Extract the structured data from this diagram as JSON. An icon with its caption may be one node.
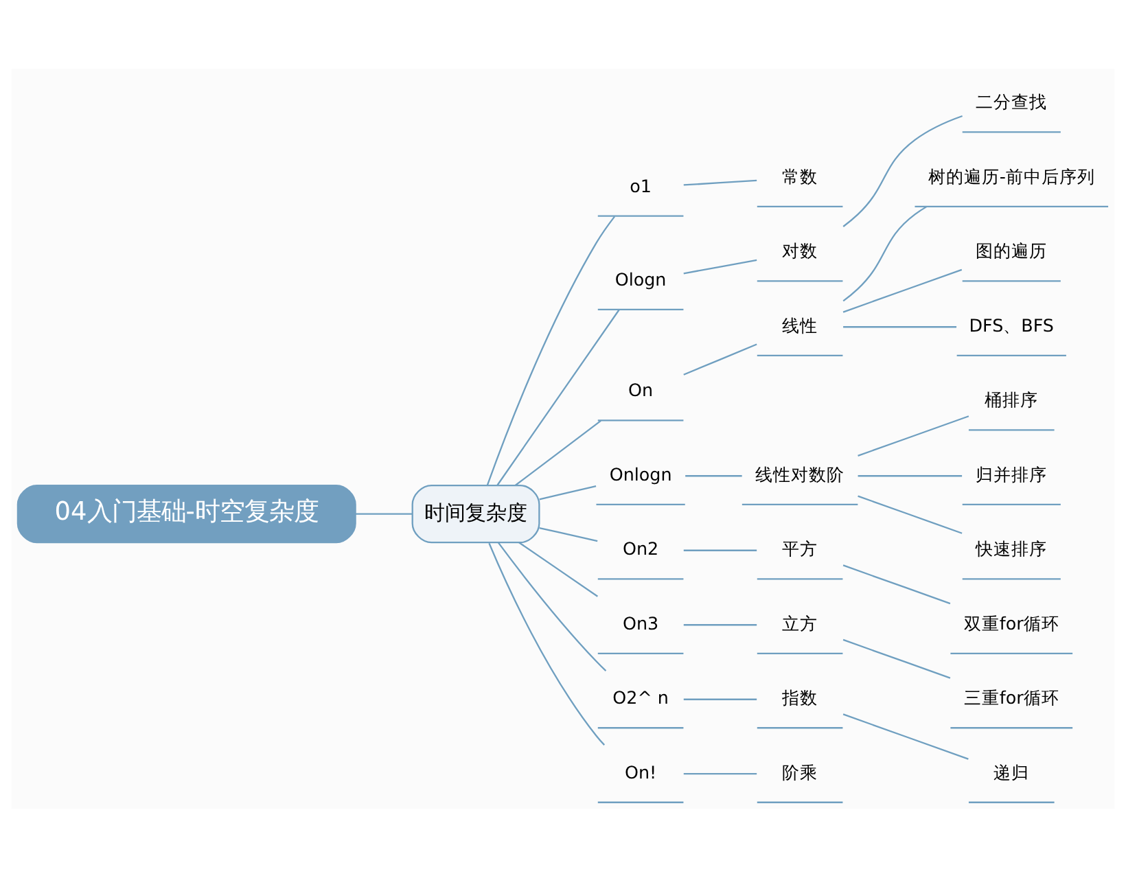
{
  "diagram": {
    "nodes": [
      {
        "text": [
          "04入门基础-时空复杂度"
        ]
      },
      {
        "text": [
          "时间复杂度"
        ]
      },
      {
        "text": [
          "o1"
        ]
      },
      {
        "text": [
          "常数"
        ]
      },
      {
        "text": [
          "Ologn"
        ]
      },
      {
        "text": [
          "对数"
        ]
      },
      {
        "text": [
          "二分查找"
        ]
      },
      {
        "text": [
          "On"
        ]
      },
      {
        "text": [
          "线性"
        ]
      },
      {
        "text": [
          "树的遍历-前中后序列"
        ]
      },
      {
        "text": [
          "图的遍历"
        ]
      },
      {
        "text": [
          "DFS、BFS"
        ]
      },
      {
        "text": [
          "Onlogn"
        ]
      },
      {
        "text": [
          "线性对数阶"
        ]
      },
      {
        "text": [
          "桶排序"
        ]
      },
      {
        "text": [
          "归并排序"
        ]
      },
      {
        "text": [
          "快速排序"
        ]
      },
      {
        "text": [
          "On2"
        ]
      },
      {
        "text": [
          "平方"
        ]
      },
      {
        "text": [
          "双重for循环"
        ]
      },
      {
        "text": [
          "On3"
        ]
      },
      {
        "text": [
          "立方"
        ]
      },
      {
        "text": [
          "三重for循环"
        ]
      },
      {
        "text": [
          "O2^ n"
        ]
      },
      {
        "text": [
          "指数"
        ]
      },
      {
        "text": [
          "递归"
        ]
      },
      {
        "text": [
          "On!"
        ]
      },
      {
        "text": [
          "阶乘"
        ]
      }
    ],
    "edges": [
      {
        "from": 0,
        "to": 1,
        "arrow": "none"
      },
      {
        "from": 1,
        "to": 2,
        "arrow": "none"
      },
      {
        "from": 2,
        "to": 3,
        "arrow": "none"
      },
      {
        "from": 1,
        "to": 4,
        "arrow": "none"
      },
      {
        "from": 4,
        "to": 5,
        "arrow": "none"
      },
      {
        "from": 5,
        "to": 6,
        "arrow": "none"
      },
      {
        "from": 1,
        "to": 7,
        "arrow": "none"
      },
      {
        "from": 7,
        "to": 8,
        "arrow": "none"
      },
      {
        "from": 8,
        "to": 9,
        "arrow": "none"
      },
      {
        "from": 8,
        "to": 10,
        "arrow": "none"
      },
      {
        "from": 8,
        "to": 11,
        "arrow": "none"
      },
      {
        "from": 1,
        "to": 12,
        "arrow": "none"
      },
      {
        "from": 12,
        "to": 13,
        "arrow": "none"
      },
      {
        "from": 13,
        "to": 14,
        "arrow": "none"
      },
      {
        "from": 13,
        "to": 15,
        "arrow": "none"
      },
      {
        "from": 13,
        "to": 16,
        "arrow": "none"
      },
      {
        "from": 1,
        "to": 17,
        "arrow": "none"
      },
      {
        "from": 17,
        "to": 18,
        "arrow": "none"
      },
      {
        "from": 18,
        "to": 19,
        "arrow": "none"
      },
      {
        "from": 1,
        "to": 20,
        "arrow": "none"
      },
      {
        "from": 20,
        "to": 21,
        "arrow": "none"
      },
      {
        "from": 21,
        "to": 22,
        "arrow": "none"
      },
      {
        "from": 1,
        "to": 23,
        "arrow": "none"
      },
      {
        "from": 23,
        "to": 24,
        "arrow": "none"
      },
      {
        "from": 24,
        "to": 25,
        "arrow": "none"
      },
      {
        "from": 1,
        "to": 26,
        "arrow": "none"
      },
      {
        "from": 26,
        "to": 27,
        "arrow": "none"
      }
    ]
  }
}
